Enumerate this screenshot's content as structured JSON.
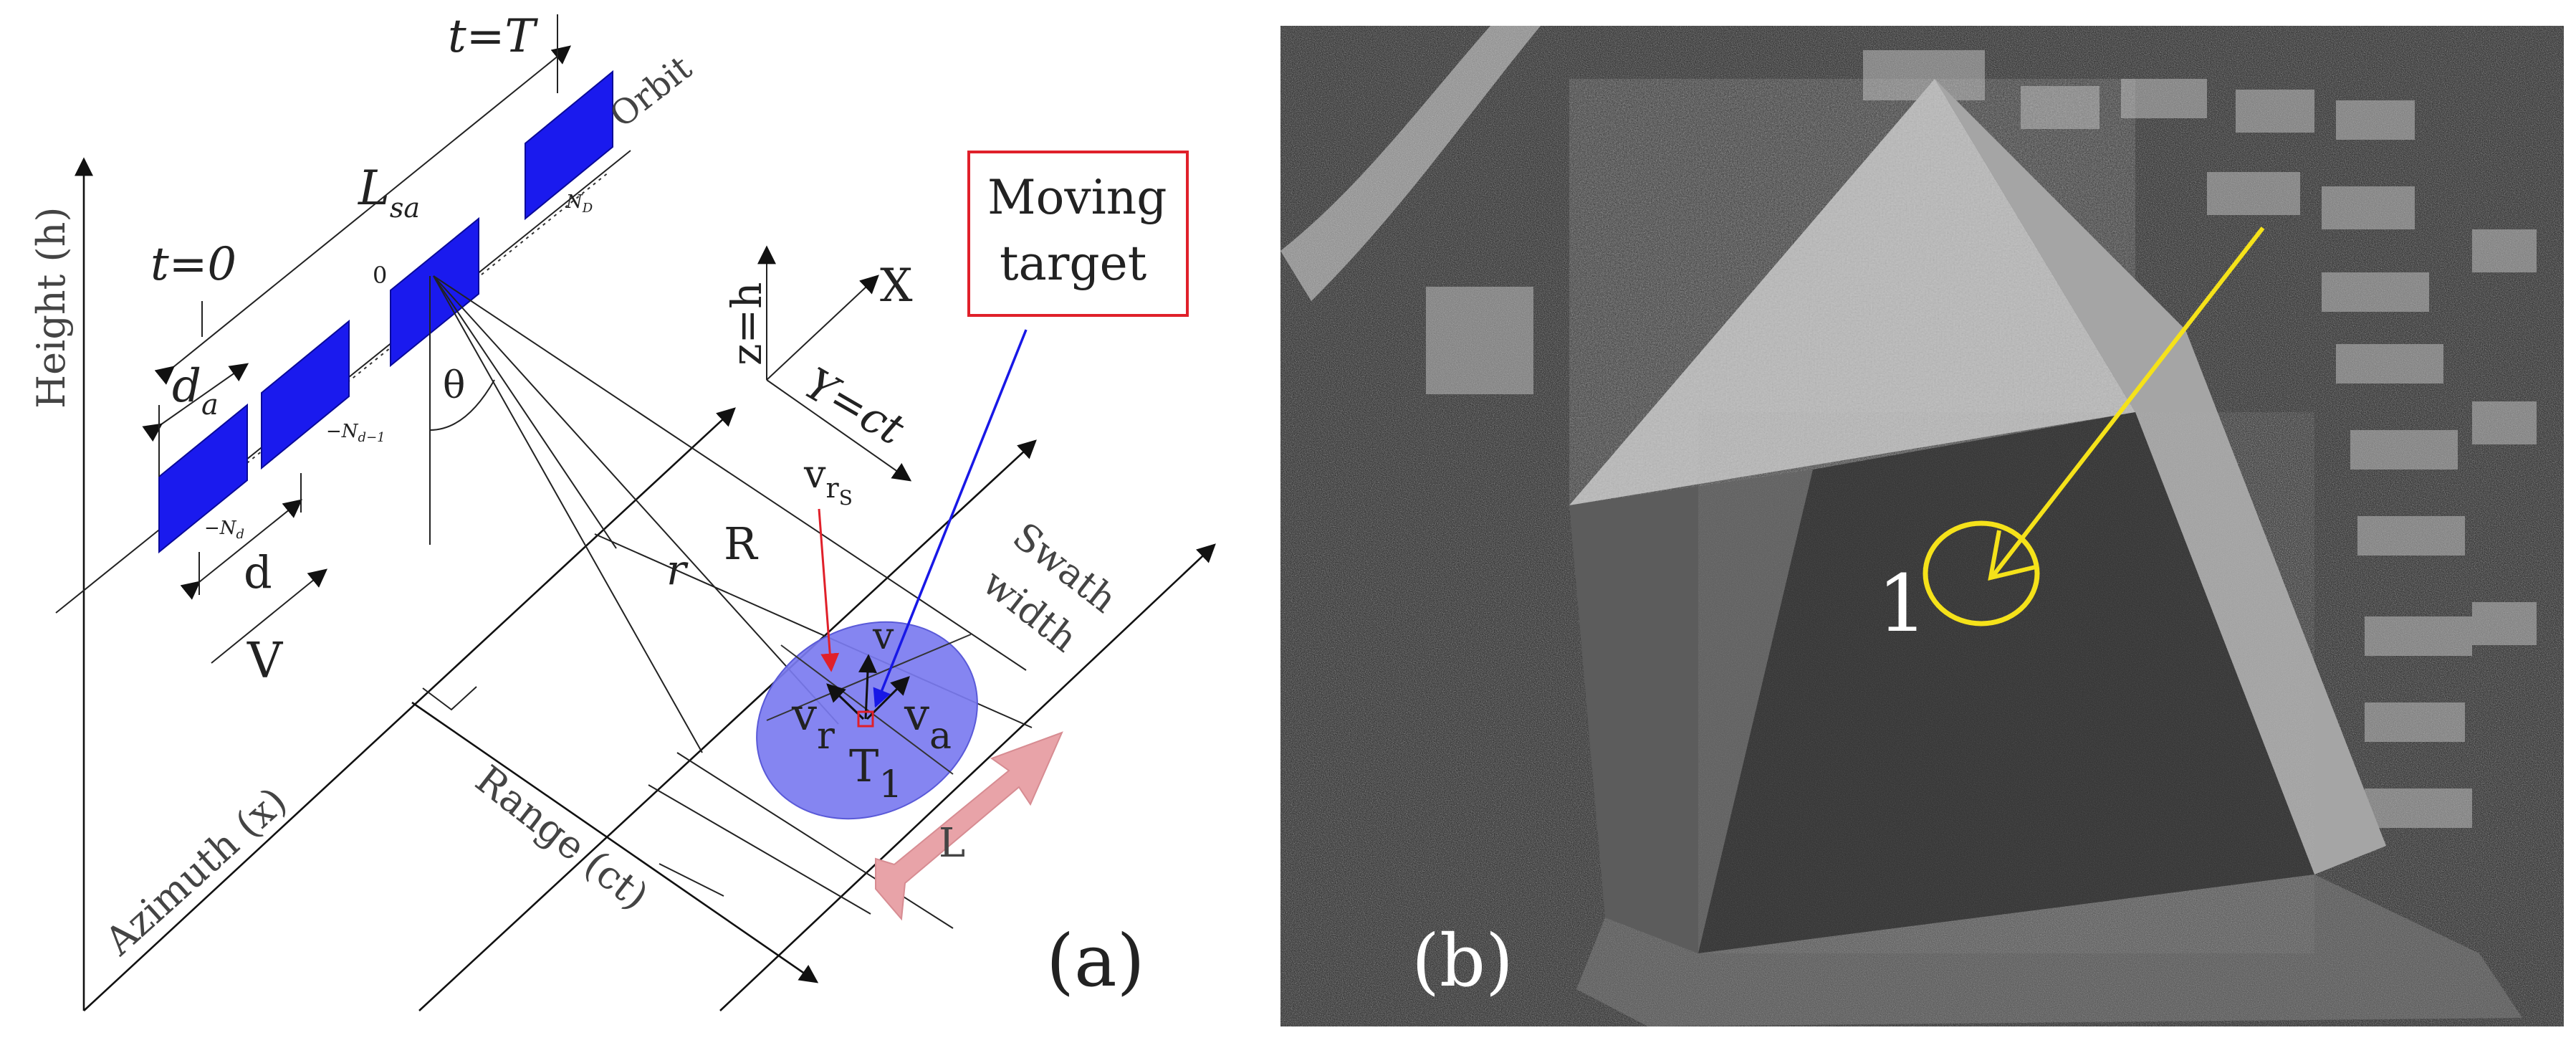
{
  "colors": {
    "panel_blue": "#1a1aee",
    "ellipse_fill": "#7b7bf0",
    "red_arrow": "#e0202a",
    "blue_arrow": "#1818e6",
    "pink_arrow": "#e8a3a8",
    "yellow_marker": "#f5e21a",
    "callout_border": "#e0202a"
  },
  "panel_a": {
    "label": "(a)",
    "axis_height": "Height (h)",
    "axis_azimuth": "Azimuth (x)",
    "axis_range": "Range (ct)",
    "t_end": "t=T",
    "t_start": "t=0",
    "orbit": "Orbit",
    "lsa_main": "L",
    "lsa_sub": "sa",
    "da_main": "d",
    "da_sub": "a",
    "d_label": "d",
    "v_label": "V",
    "theta": "θ",
    "zero": "0",
    "nd_top": "N",
    "nd_top_sub": "D",
    "nd_m1": "−N",
    "nd_m1_sub": "d−1",
    "nd_neg": "−N",
    "nd_neg_sub": "d",
    "coord_z": "z=h",
    "coord_x": "X",
    "coord_y": "Y=ct",
    "callout_line1": "Moving",
    "callout_line2": "target",
    "vrs_main": "v",
    "vrs_sub": "r",
    "vrs_subsub": "S",
    "R": "R",
    "r": "r",
    "swath_line1": "Swath",
    "swath_line2": "width",
    "v_small": "v",
    "vr_main": "v",
    "vr_sub": "r",
    "va_main": "v",
    "va_sub": "a",
    "t1_main": "T",
    "t1_sub": "1",
    "L": "L"
  },
  "panel_b": {
    "label": "(b)",
    "marker_label": "1"
  }
}
